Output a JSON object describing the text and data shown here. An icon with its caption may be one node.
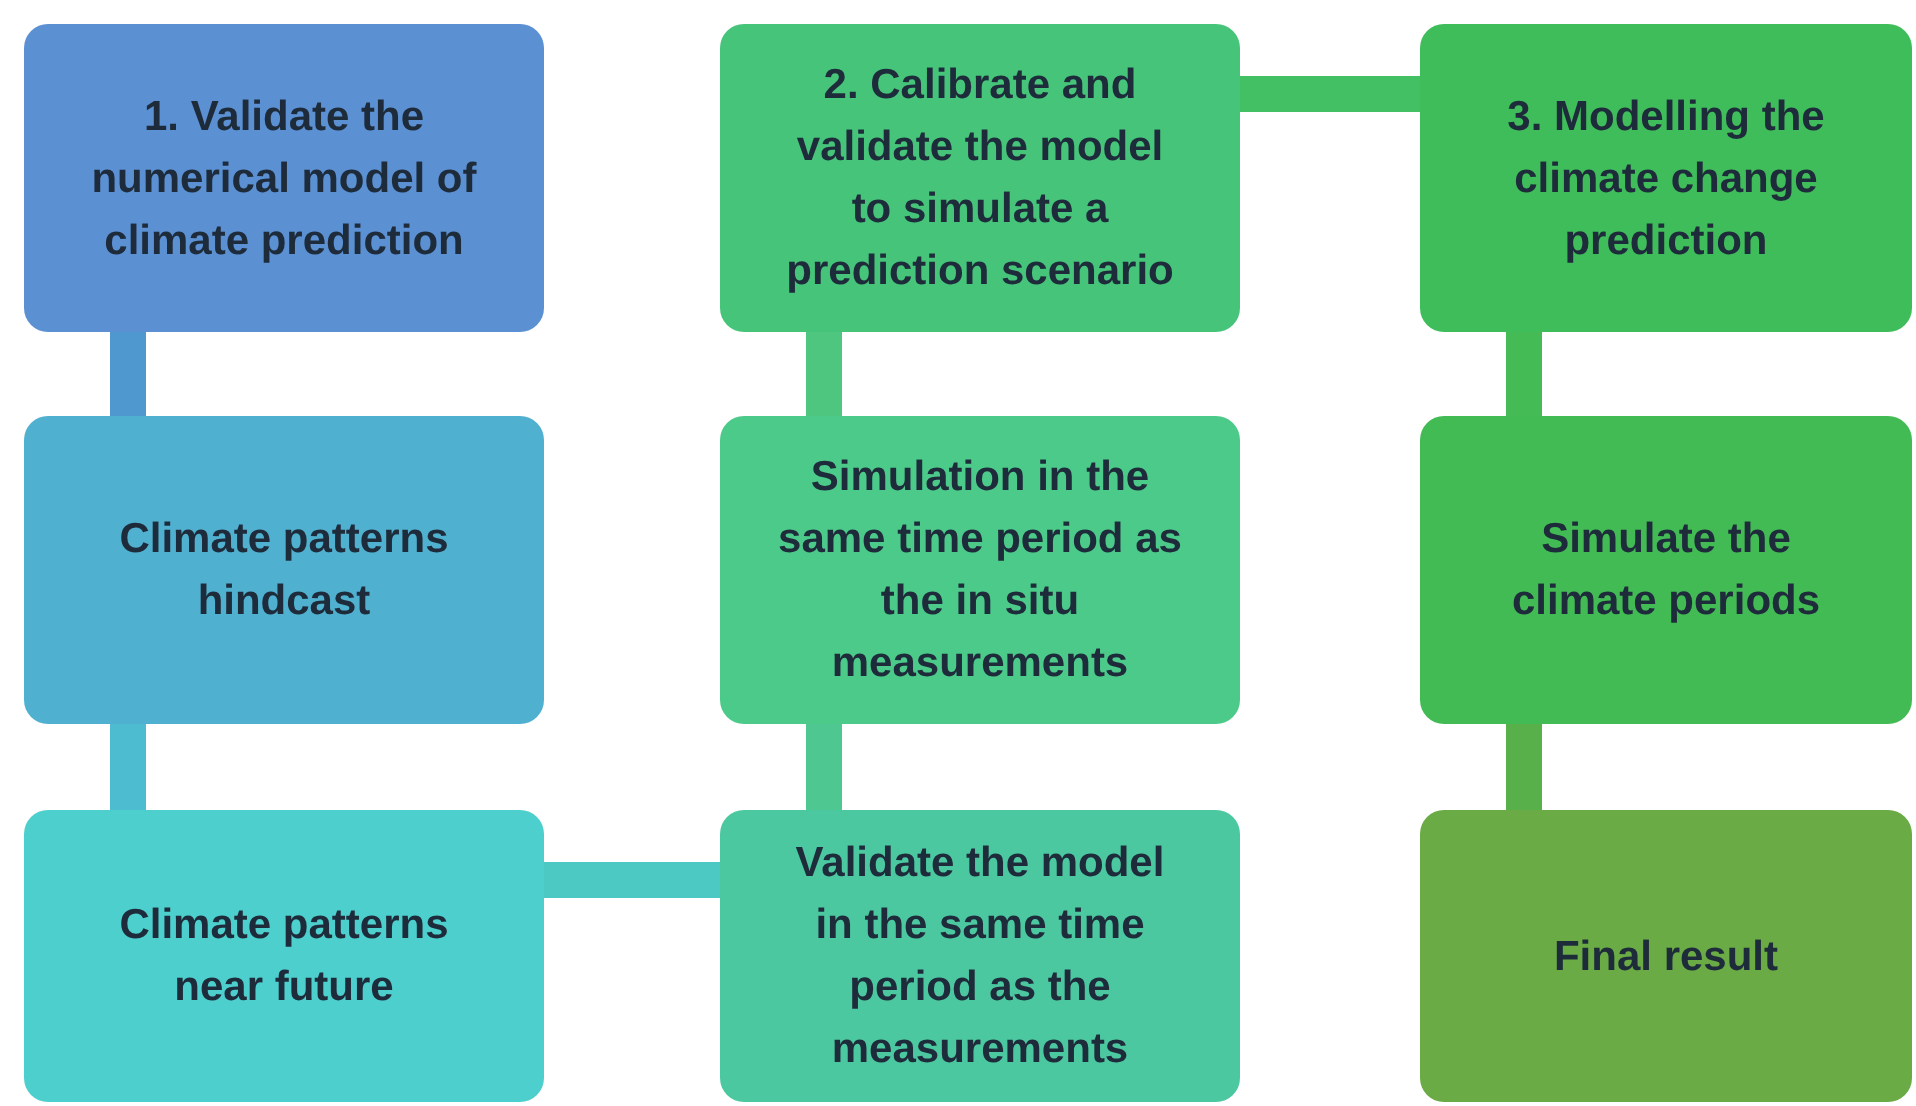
{
  "diagram": {
    "nodes": [
      {
        "text": [
          "1. Validate the numerical model of climate prediction"
        ]
      },
      {
        "text": [
          "2. Calibrate and validate the model to simulate a prediction scenario"
        ]
      },
      {
        "text": [
          "3. Modelling the climate change prediction"
        ]
      },
      {
        "text": [
          "Climate patterns hindcast"
        ]
      },
      {
        "text": [
          "Simulation in the same time period as the in situ measurements"
        ]
      },
      {
        "text": [
          "Simulate the climate periods"
        ]
      },
      {
        "text": [
          "Climate patterns near future"
        ]
      },
      {
        "text": [
          "Validate the model in the same time period as the measurements"
        ]
      },
      {
        "text": [
          "Final result"
        ]
      }
    ],
    "edges": [
      {
        "from": 0,
        "to": 3,
        "arrow": "none",
        "color": "#4f98cf"
      },
      {
        "from": 3,
        "to": 6,
        "arrow": "none",
        "color": "#4dbcd0"
      },
      {
        "from": 6,
        "to": 7,
        "arrow": "none",
        "color": "#4cc9c2"
      },
      {
        "from": 7,
        "to": 4,
        "arrow": "none",
        "color": "#4ec890"
      },
      {
        "from": 4,
        "to": 1,
        "arrow": "none",
        "color": "#4ec680"
      },
      {
        "from": 1,
        "to": 2,
        "arrow": "none",
        "color": "#44c064"
      },
      {
        "from": 2,
        "to": 5,
        "arrow": "none",
        "color": "#45bb55"
      },
      {
        "from": 5,
        "to": 8,
        "arrow": "none",
        "color": "#58b04a"
      }
    ]
  }
}
